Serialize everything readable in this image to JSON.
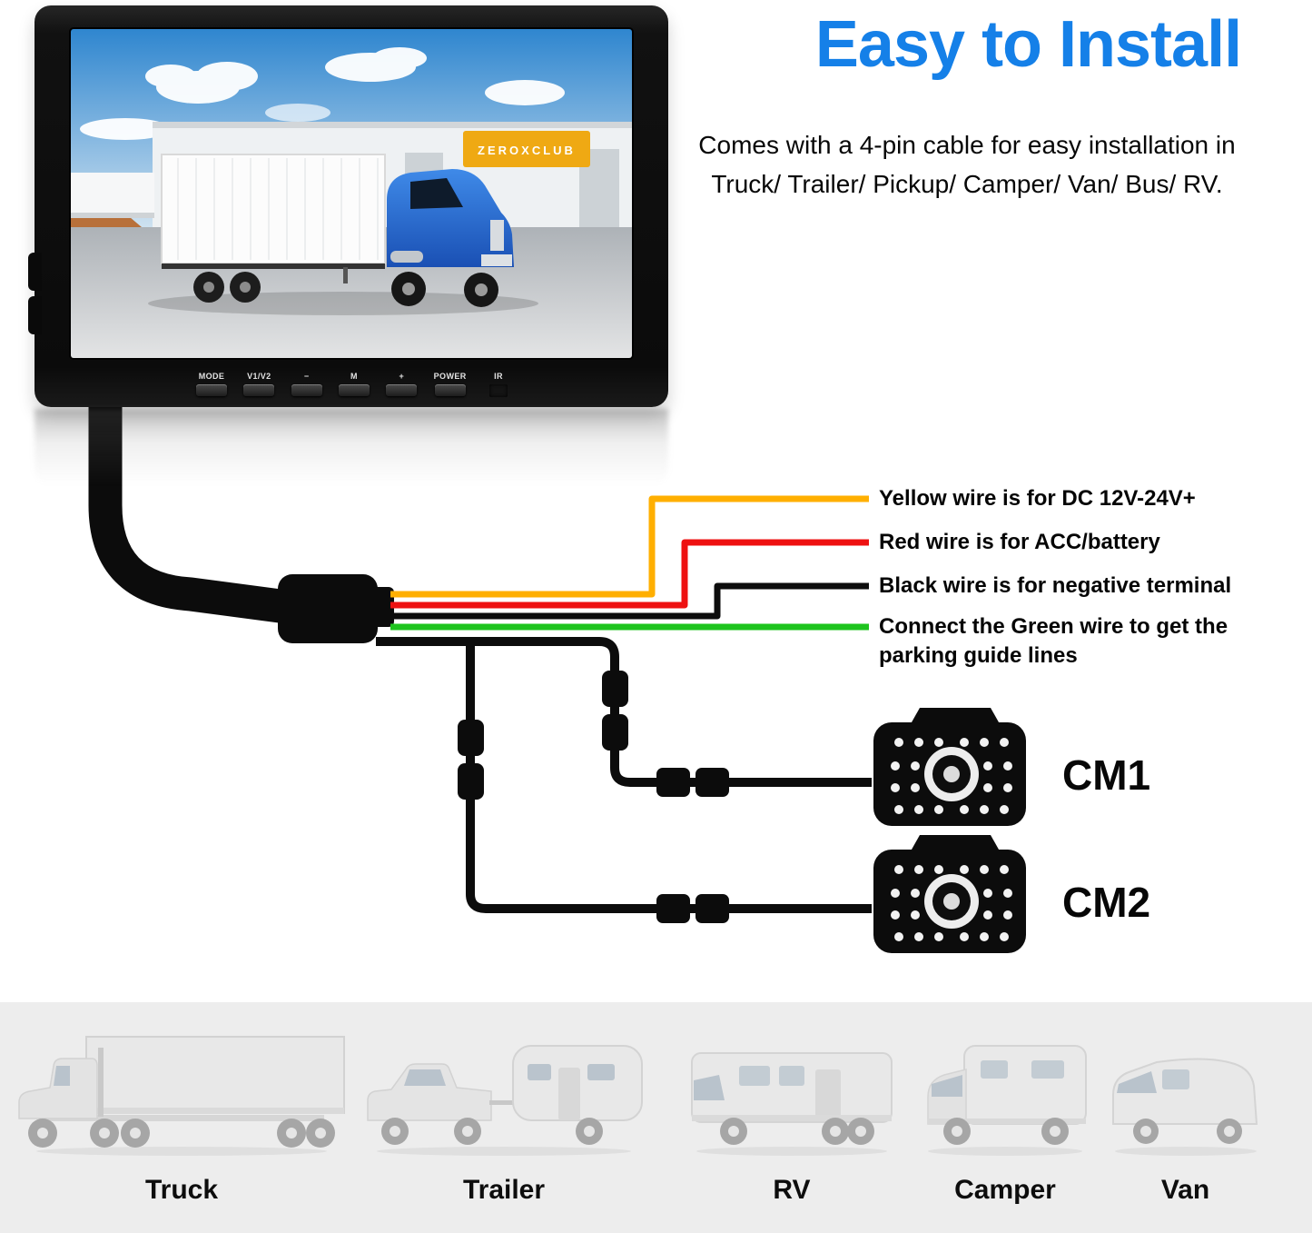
{
  "header": {
    "title": "Easy to Install",
    "title_color": "#1580E8",
    "subtitle_lines": [
      "Comes with a 4-pin cable for easy installation in",
      "Truck/ Trailer/ Pickup/ Camper/ Van/ Bus/ RV."
    ]
  },
  "monitor": {
    "screen_brand": "ZEROXCLUB",
    "buttons": [
      {
        "label": "MODE"
      },
      {
        "label": "V1/V2"
      },
      {
        "label": "−"
      },
      {
        "label": "M"
      },
      {
        "label": "+"
      },
      {
        "label": "POWER"
      },
      {
        "label": "IR"
      }
    ]
  },
  "wiring": {
    "wires": [
      {
        "name": "yellow",
        "color": "#FFAF00",
        "label": "Yellow wire is for DC 12V-24V+"
      },
      {
        "name": "red",
        "color": "#EE1111",
        "label": "Red wire is for ACC/battery"
      },
      {
        "name": "black",
        "color": "#0D0D0D",
        "label": "Black wire is for negative terminal"
      },
      {
        "name": "green",
        "color": "#1EC41E",
        "label": "Connect the Green wire to get the parking guide lines"
      }
    ],
    "cameras": [
      {
        "label": "CM1"
      },
      {
        "label": "CM2"
      }
    ]
  },
  "vehicles": [
    {
      "label": "Truck"
    },
    {
      "label": "Trailer"
    },
    {
      "label": "RV"
    },
    {
      "label": "Camper"
    },
    {
      "label": "Van"
    }
  ]
}
